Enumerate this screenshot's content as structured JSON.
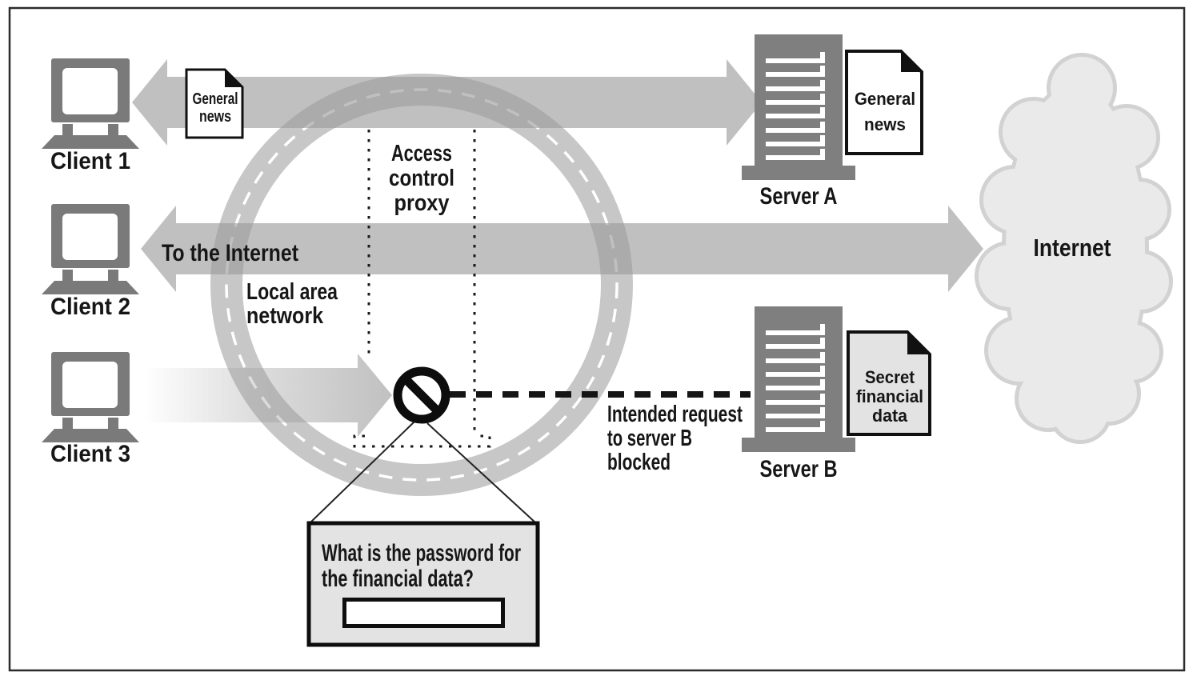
{
  "clients": [
    {
      "label": "Client 1"
    },
    {
      "label": "Client 2"
    },
    {
      "label": "Client 3"
    }
  ],
  "servers": [
    {
      "label": "Server A"
    },
    {
      "label": "Server B"
    }
  ],
  "documents": {
    "client_news_lines": [
      "General",
      "news"
    ],
    "server_a_news_lines": [
      "General",
      "news"
    ],
    "server_b_secret_lines": [
      "Secret",
      "financial",
      "data"
    ]
  },
  "labels": {
    "access_proxy_lines": [
      "Access",
      "control",
      "proxy"
    ],
    "to_internet": "To the Internet",
    "lan_lines": [
      "Local area",
      "network"
    ],
    "blocked_lines": [
      "Intended request",
      "to server B",
      "blocked"
    ],
    "internet": "Internet"
  },
  "callout": {
    "question_lines": [
      "What is the password for",
      "the financial data?"
    ],
    "input_value": ""
  },
  "colors": {
    "arrow_gray": "#9a9a9a",
    "road_gray": "#c7c7c7",
    "device_gray": "#7a7a7a",
    "cloud_fill": "#eaeaea",
    "cloud_edge": "#d2d2d2",
    "secret_doc_fill": "#e3e3e3",
    "callout_fill": "#e3e3e3",
    "ink": "#141414"
  }
}
